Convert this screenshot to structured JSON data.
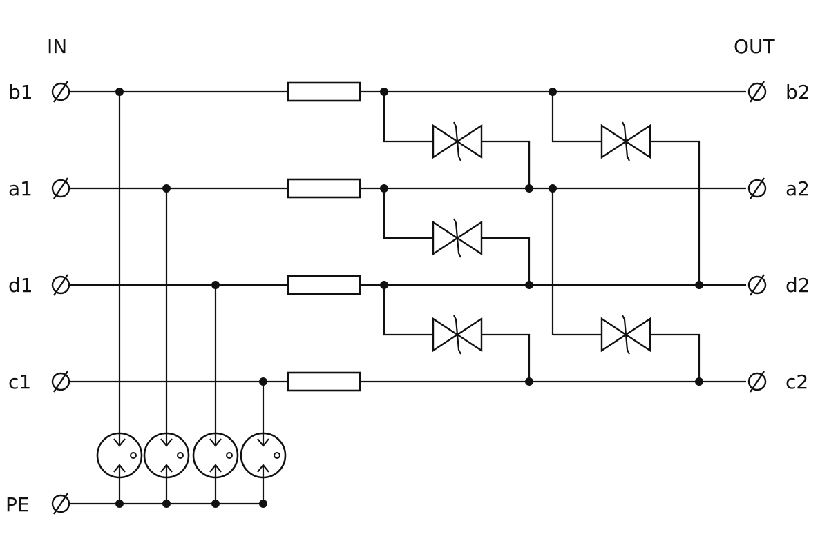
{
  "headings": {
    "input": "IN",
    "output": "OUT"
  },
  "terminals": {
    "input": [
      "b1",
      "a1",
      "d1",
      "c1",
      "PE"
    ],
    "output": [
      "b2",
      "a2",
      "d2",
      "c2"
    ]
  },
  "components": {
    "series_resistors": 4,
    "tvs_diodes": 5,
    "gas_discharge_tubes": 4
  },
  "colors": {
    "line": "#111111",
    "background": "#ffffff"
  }
}
